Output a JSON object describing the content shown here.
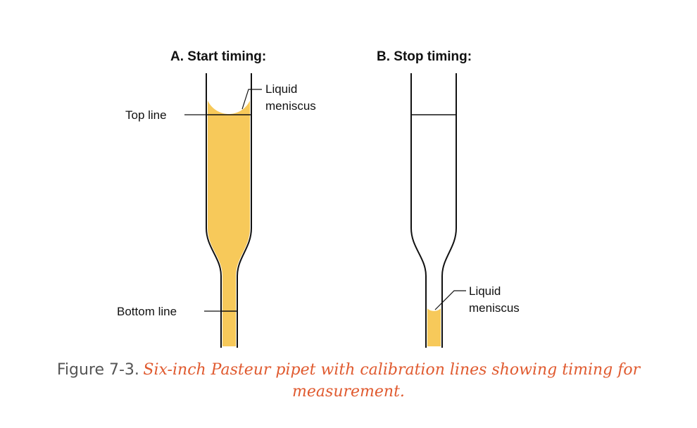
{
  "panel_a": {
    "title": "A. Start timing:",
    "top_line_label": "Top line",
    "bottom_line_label": "Bottom line",
    "meniscus_label_line1": "Liquid",
    "meniscus_label_line2": "meniscus"
  },
  "panel_b": {
    "title": "B. Stop timing:",
    "meniscus_label_line1": "Liquid",
    "meniscus_label_line2": "meniscus"
  },
  "caption": {
    "figure_number": "Figure 7-3.",
    "text": "Six-inch Pasteur pipet with calibration lines showing timing for measurement."
  },
  "colors": {
    "liquid": "#F7C95A",
    "glass_outline": "#111111",
    "caption_accent": "#E05A2F"
  }
}
